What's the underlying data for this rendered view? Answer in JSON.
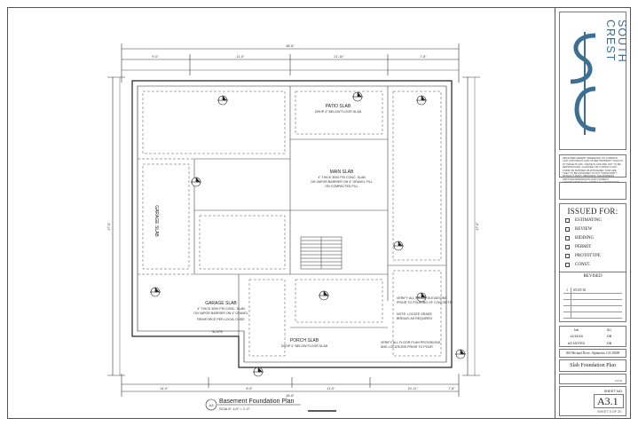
{
  "drawing": {
    "title": "Basement Foundation Plan",
    "scale": "SCALE: 1/4\" = 1'-0\"",
    "view_number": "A3",
    "overall_top": "48'-8\"",
    "overall_bottom": "48'-8\"",
    "overall_left": "47'-0\"",
    "overall_right": "47'-0\"",
    "dims_top": [
      "9'-0\"",
      "11'-0\"",
      "21'-10\"",
      "7'-8\""
    ],
    "dims_bottom": [
      "14'-0\"",
      "5'-9\"",
      "11'-0\"",
      "10'-11\"",
      "7'-8\""
    ],
    "rooms": {
      "patio": "PATIO SLAB",
      "patio_note": "DROP 4\" BELOW FLOOR SLAB",
      "main": "MAIN SLAB",
      "main_note_1": "4\" THICK 3000 PSI CONC. SLAB",
      "main_note_2": "ON VAPOR BARRIER ON 4\" GRAVEL FILL",
      "main_note_3": "ON COMPACTED FILL",
      "garage_left": "GARAGE SLAB",
      "garage": "GARAGE SLAB",
      "garage_note_1": "4\" THICK 3000 PSI CONC. SLAB",
      "garage_note_2": "ON VAPOR BARRIER ON 4\" GRAVEL",
      "garage_note_3": "REINFORCE PER LOCAL CODE",
      "garage_slope": "SLOPE",
      "porch": "PORCH SLAB",
      "porch_note": "DROP 4\" BELOW FLOOR SLAB",
      "note_verify_1": "VERIFY ALL GRADE ELEVATIONS",
      "note_verify_2": "PRIOR TO POURING OF CONCRETE",
      "note_locate_1": "NOTE: LOCATE GRADE",
      "note_locate_2": "BREAKS AS REQUIRED",
      "note_bottom_1": "VERIFY ALL FLOOR PLAN PROVISIONS",
      "note_bottom_2": "AND LOCATIONS PRIOR TO POUR"
    }
  },
  "titleblock": {
    "logo_word_1": "SOUTH",
    "logo_word_2": "CREST",
    "logo_mark": "SC",
    "disclaimer": "DESIGNER HEREBY RESERVES ITS COMMON LAW COPYRIGHT AND OTHER PROPERTY RIGHTS IN THESE PLANS. THESE PLANS ARE NOT TO BE REPRODUCED, CHANGED OR COPIED IN ANY FORM OR MANNER WHATSOEVER, NOR ARE THEY TO BE ASSIGNED TO ANY THIRD PARTY WITHOUT FIRST OBTAINING THE EXPRESS WRITTEN PERMISSION AND CONSENT. CONTRACTOR SHALL VERIFY ALL DIMENSIONS.",
    "issued_for": "ISSUED FOR:",
    "issue_items": [
      "ESTIMATING",
      "REVIEW",
      "BIDDING",
      "PERMIT",
      "PROTOTYPE",
      "CONST."
    ],
    "revised": "REVISED",
    "revisions": [
      {
        "n": "1",
        "d": "05/25/16"
      }
    ],
    "info_rows": [
      {
        "l": "NA",
        "r": "SC"
      },
      {
        "l": "11/15/18",
        "r": "DB"
      },
      {
        "l": "AS NOTED",
        "r": "DB"
      }
    ],
    "address": "494 Michael Drive, Alpharetta, GA 30009",
    "sheet_title": "Slab Foundation Plan",
    "date_label": "DATE",
    "sheet_no_label": "SHEET NO.",
    "sheet_no": "A3.1",
    "sheet_of": "SHEET 5 OF 20"
  }
}
